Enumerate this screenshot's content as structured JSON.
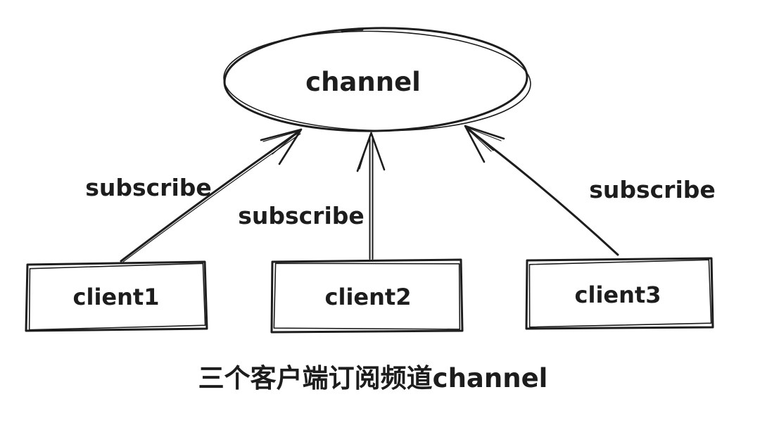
{
  "colors": {
    "ink": "#1d1d1d",
    "background": "#ffffff"
  },
  "diagram": {
    "channel_label": "channel",
    "clients": [
      {
        "label": "client1"
      },
      {
        "label": "client2"
      },
      {
        "label": "client3"
      }
    ],
    "edges": [
      {
        "label": "subscribe"
      },
      {
        "label": "subscribe"
      },
      {
        "label": "subscribe"
      }
    ],
    "caption": "三个客户端订阅频道channel"
  }
}
